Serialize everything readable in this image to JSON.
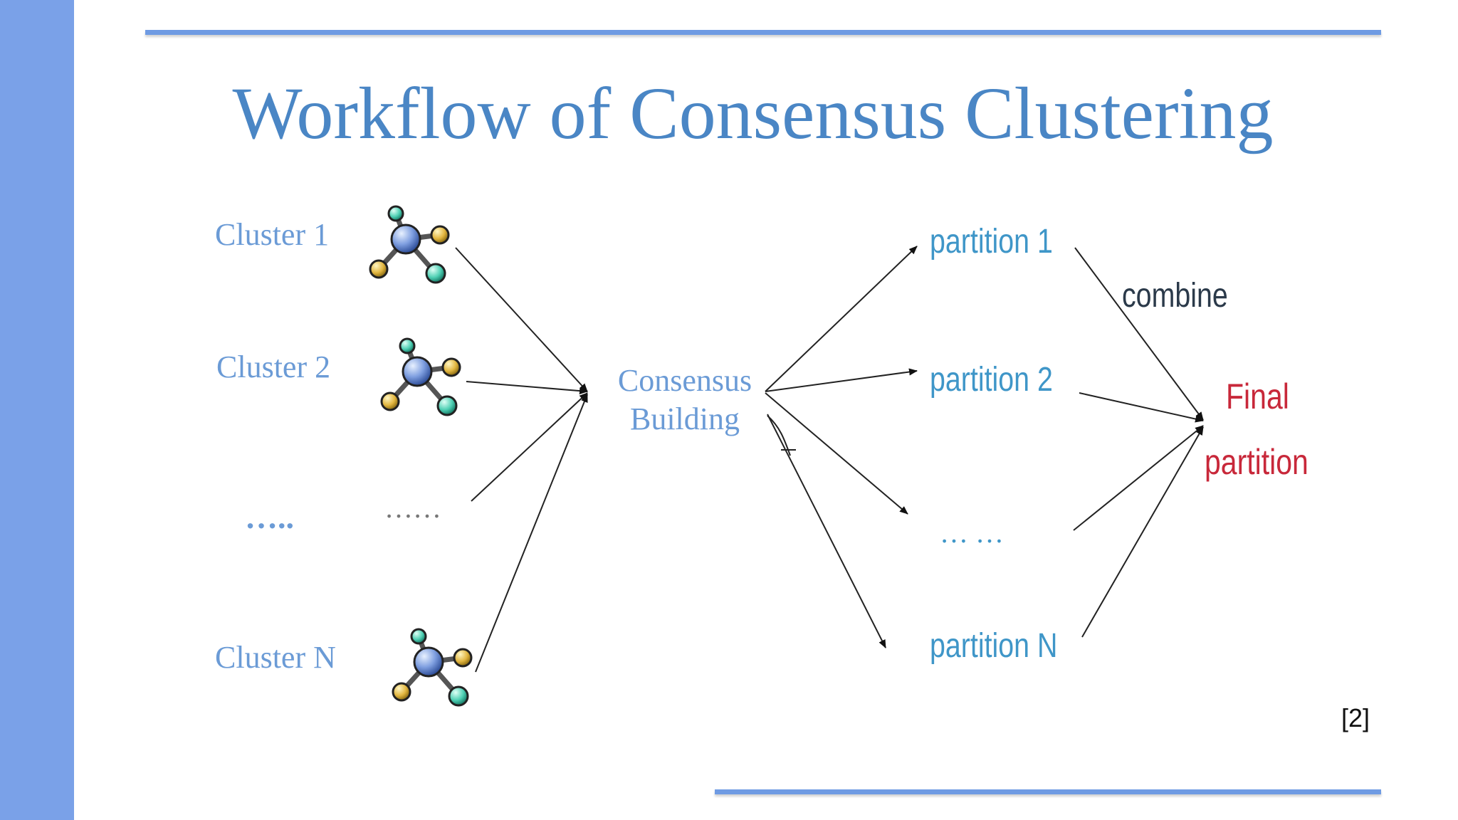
{
  "slide": {
    "title": "Workflow of Consensus Clustering",
    "citation": "[2]",
    "accent_color": "#7aa1e8",
    "title_color": "#4a86c5"
  },
  "diagram": {
    "clusters": [
      {
        "label": "Cluster 1",
        "icon": "molecule-icon"
      },
      {
        "label": "Cluster 2",
        "icon": "molecule-icon"
      },
      {
        "label": "…..",
        "icon": "ellipsis"
      },
      {
        "label": "Cluster N",
        "icon": "molecule-icon"
      }
    ],
    "cluster_icon_ellipsis": "……",
    "consensus": {
      "line1": "Consensus",
      "line2": "Building"
    },
    "partitions": [
      {
        "label": "partition 1"
      },
      {
        "label": "partition 2"
      },
      {
        "label": "… …"
      },
      {
        "label": "partition N"
      }
    ],
    "combine_label": "combine",
    "final": {
      "line1": "Final",
      "line2": "partition",
      "color": "#c8283a"
    }
  }
}
